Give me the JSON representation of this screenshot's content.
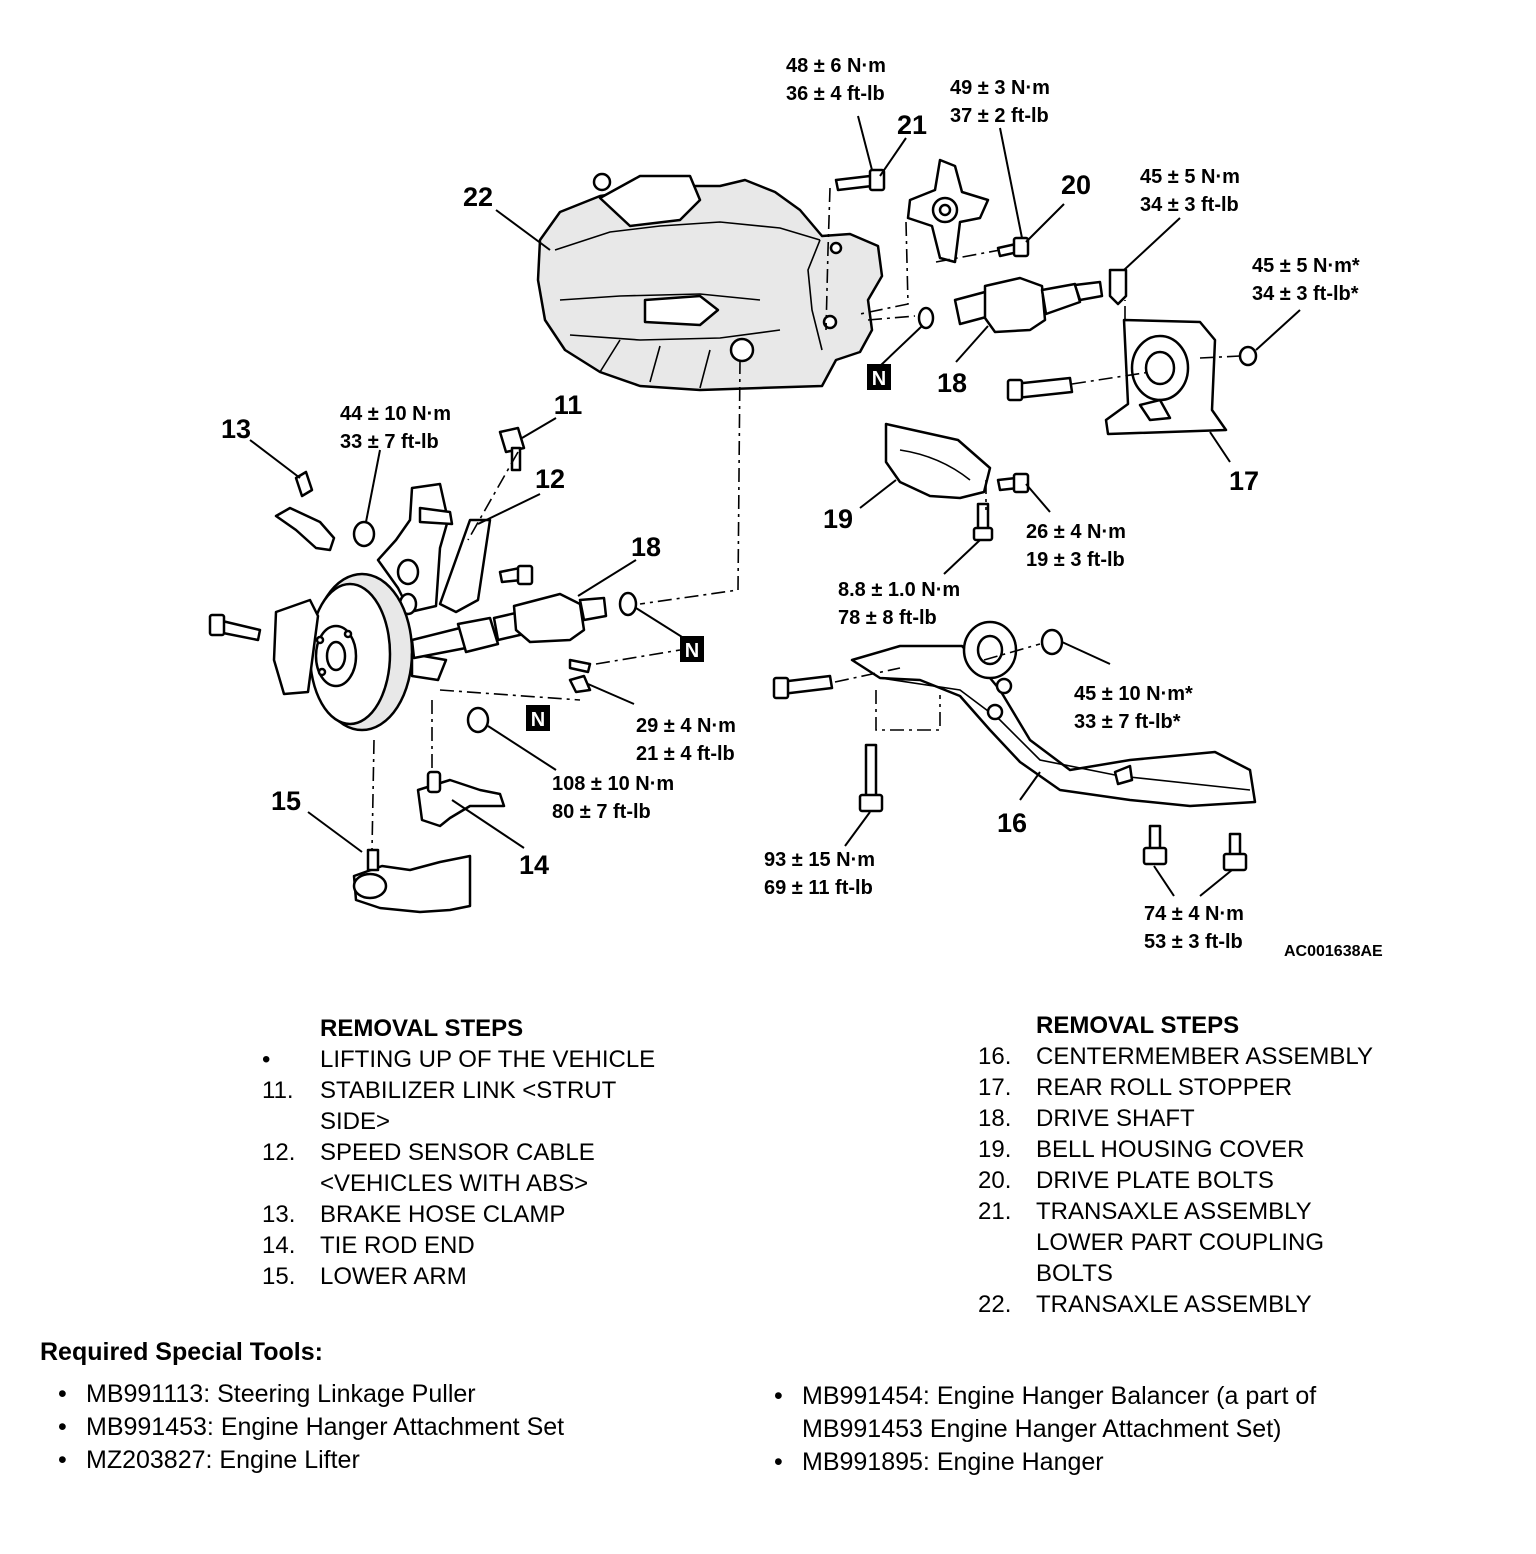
{
  "figure_id": "AC001638AE",
  "callouts": {
    "c11": "11",
    "c12": "12",
    "c13": "13",
    "c14": "14",
    "c15": "15",
    "c16": "16",
    "c17": "17",
    "c18a": "18",
    "c18b": "18",
    "c19": "19",
    "c20": "20",
    "c21": "21",
    "c22": "22"
  },
  "nut_marker": "N",
  "torques": {
    "t21": [
      "48 ± 6 N·m",
      "36 ± 4 ft-lb"
    ],
    "t20": [
      "49 ± 3 N·m",
      "37 ± 2 ft-lb"
    ],
    "t17a": [
      "45 ± 5 N·m",
      "34 ± 3 ft-lb"
    ],
    "t17b": [
      "45 ± 5 N·m*",
      "34 ± 3 ft-lb*"
    ],
    "t11": [
      "44 ± 10 N·m",
      "33 ± 7 ft-lb"
    ],
    "t19a": [
      "26 ± 4 N·m",
      "19 ± 3 ft-lb"
    ],
    "t19b": [
      "8.8 ± 1.0 N·m",
      "78 ± 8 ft-lb"
    ],
    "t16a": [
      "45 ± 10 N·m*",
      "33 ± 7 ft-lb*"
    ],
    "t12": [
      "29 ± 4 N·m",
      "21 ± 4 ft-lb"
    ],
    "t14": [
      "108 ± 10 N·m",
      "80 ± 7 ft-lb"
    ],
    "t16b": [
      "93 ± 15 N·m",
      "69 ± 11 ft-lb"
    ],
    "t16c": [
      "74 ± 4 N·m",
      "53 ± 3 ft-lb"
    ]
  },
  "removal_left": {
    "header": "REMOVAL STEPS",
    "steps": [
      {
        "num": "•",
        "text": "LIFTING UP OF THE VEHICLE"
      },
      {
        "num": "11.",
        "text": "STABILIZER LINK <STRUT",
        "text2": "SIDE>"
      },
      {
        "num": "12.",
        "text": "SPEED SENSOR CABLE",
        "text2": "<VEHICLES WITH ABS>"
      },
      {
        "num": "13.",
        "text": "BRAKE HOSE CLAMP"
      },
      {
        "num": "14.",
        "text": "TIE ROD END"
      },
      {
        "num": "15.",
        "text": "LOWER ARM"
      }
    ]
  },
  "removal_right": {
    "header": "REMOVAL STEPS",
    "steps": [
      {
        "num": "16.",
        "text": "CENTERMEMBER ASSEMBLY"
      },
      {
        "num": "17.",
        "text": "REAR ROLL STOPPER"
      },
      {
        "num": "18.",
        "text": "DRIVE SHAFT"
      },
      {
        "num": "19.",
        "text": "BELL HOUSING COVER"
      },
      {
        "num": "20.",
        "text": "DRIVE PLATE BOLTS"
      },
      {
        "num": "21.",
        "text": "TRANSAXLE ASSEMBLY",
        "text2": "LOWER PART COUPLING",
        "text3": "BOLTS"
      },
      {
        "num": "22.",
        "text": "TRANSAXLE ASSEMBLY"
      }
    ]
  },
  "tools": {
    "title": "Required Special Tools:",
    "bullet": "•",
    "left": [
      "MB991113: Steering Linkage Puller",
      "MB991453: Engine Hanger Attachment Set",
      "MZ203827: Engine Lifter"
    ],
    "right": [
      {
        "l1": "MB991454: Engine Hanger Balancer (a part of",
        "l2": "MB991453 Engine Hanger Attachment Set)"
      },
      {
        "l1": "MB991895: Engine Hanger"
      }
    ]
  }
}
